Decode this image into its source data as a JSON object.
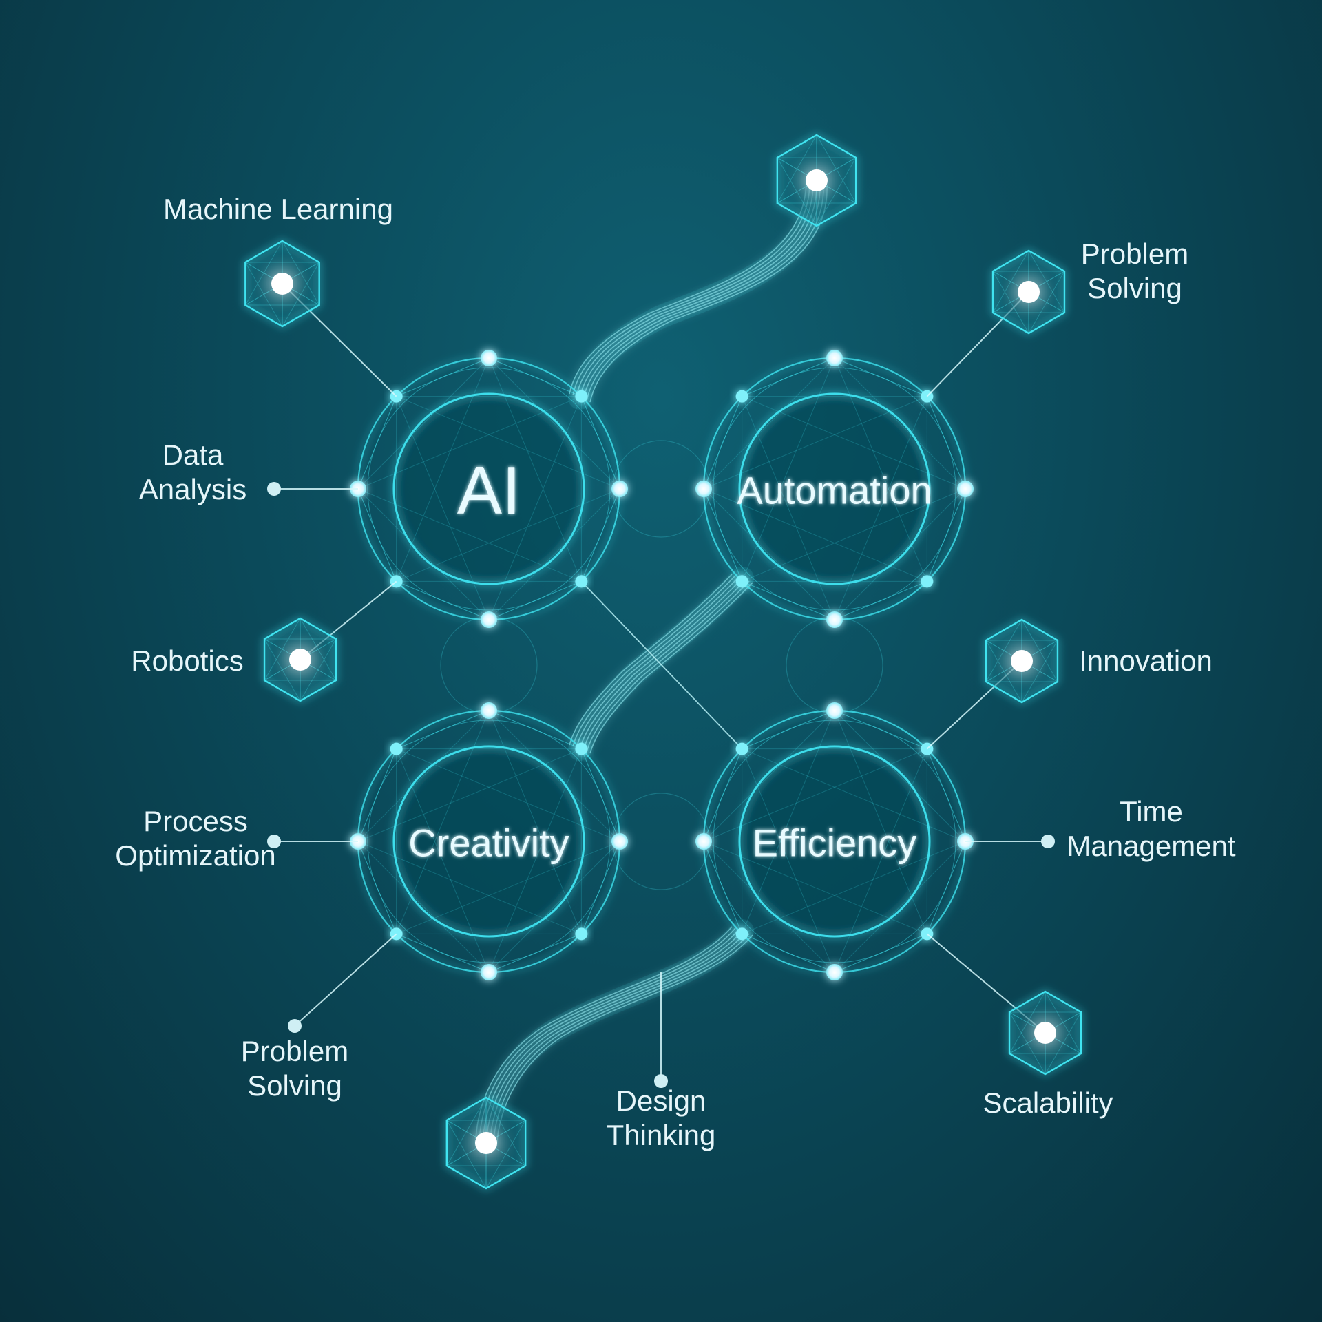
{
  "colors": {
    "background_top": "#0f6072",
    "background_bottom": "#082f3b",
    "accent": "#3fe3f0",
    "node": "#f2fbff",
    "label": "#e6f6fa"
  },
  "hubs": [
    {
      "id": "ai",
      "label": "AI"
    },
    {
      "id": "automation",
      "label": "Automation"
    },
    {
      "id": "creativity",
      "label": "Creativity"
    },
    {
      "id": "efficiency",
      "label": "Efficiency"
    }
  ],
  "satellites": [
    {
      "id": "machine-learning",
      "lines": [
        "Machine Learning"
      ],
      "marker": "hexagon-icon"
    },
    {
      "id": "problem-solving-top",
      "lines": [
        "Problem",
        "Solving"
      ],
      "marker": "hexagon-icon"
    },
    {
      "id": "data-analysis",
      "lines": [
        "Data",
        "Analysis"
      ],
      "marker": "dot"
    },
    {
      "id": "robotics",
      "lines": [
        "Robotics"
      ],
      "marker": "hexagon-icon"
    },
    {
      "id": "innovation",
      "lines": [
        "Innovation"
      ],
      "marker": "hexagon-icon"
    },
    {
      "id": "process-optimization",
      "lines": [
        "Process",
        "Optimization"
      ],
      "marker": "dot"
    },
    {
      "id": "time-management",
      "lines": [
        "Time",
        "Management"
      ],
      "marker": "dot"
    },
    {
      "id": "problem-solving-bottom",
      "lines": [
        "Problem",
        "Solving"
      ],
      "marker": "dot"
    },
    {
      "id": "design-thinking",
      "lines": [
        "Design",
        "Thinking"
      ],
      "marker": "dot"
    },
    {
      "id": "scalability",
      "lines": [
        "Scalability"
      ],
      "marker": "hexagon-icon"
    }
  ],
  "flow_endpoints": [
    {
      "id": "top",
      "marker": "hexagon-icon"
    },
    {
      "id": "bottom",
      "marker": "hexagon-icon"
    }
  ]
}
